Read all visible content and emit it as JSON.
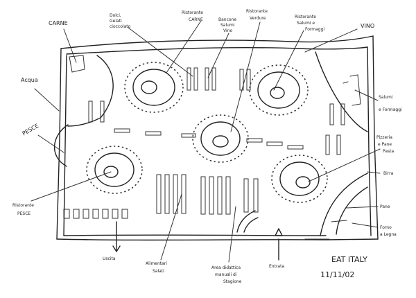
{
  "labels": {
    "carne": "CARNE",
    "dolci": [
      "Dolci,",
      "Gelati",
      "cioccolato"
    ],
    "ristorante_carne": [
      "Ristorante",
      "CARNE"
    ],
    "banconi_salumi": [
      "Bancone",
      "Salumi",
      "Vino"
    ],
    "ristorante_verdure": [
      "Ristorante",
      "Verdure"
    ],
    "ristorante_salumi": [
      "Ristorante",
      "Salumi e",
      "Formaggi"
    ],
    "vino": "VINO",
    "acqua": "Acqua",
    "pesce": "PESCE",
    "salumi_formaggi": [
      "Salumi",
      "e Formaggi"
    ],
    "pizzeria": [
      "Pizzeria",
      "e Pane",
      "Pasta"
    ],
    "birra": "Birra",
    "ristorante_pesce": [
      "Ristorante",
      "PESCE"
    ],
    "pane": "Pane",
    "forno": [
      "Forno",
      "a Legna"
    ],
    "uscita": "Uscita",
    "alimentari": [
      "Alimentari",
      "Salati"
    ],
    "area_didattica": [
      "Area didattica",
      "manuali di",
      "Stagione"
    ],
    "entrata": "Entrata",
    "signature_title": "EAT ITALY",
    "signature_date": "11/11/02"
  }
}
